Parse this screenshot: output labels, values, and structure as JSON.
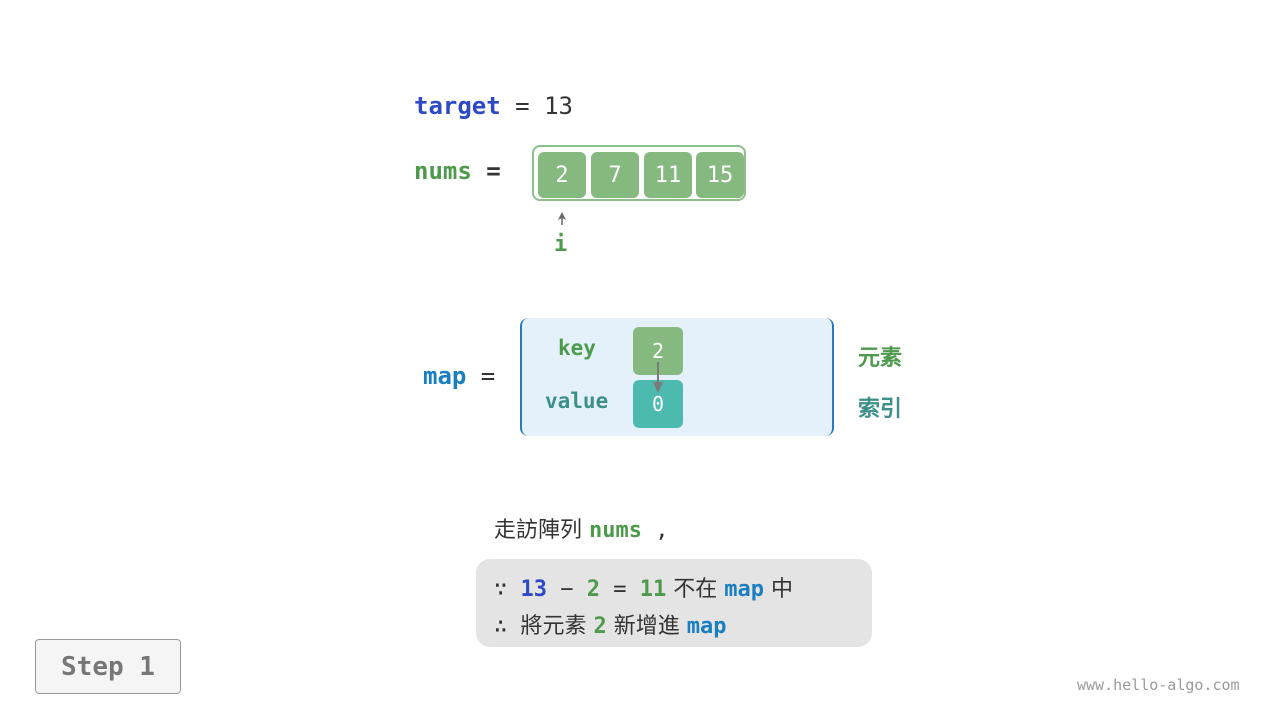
{
  "target_line": {
    "name": "target",
    "equals": " = ",
    "value": "13"
  },
  "nums_line": {
    "name": "nums",
    "equals": " ="
  },
  "nums": [
    "2",
    "7",
    "11",
    "15"
  ],
  "pointer": {
    "label": "i"
  },
  "map_line": {
    "name": "map",
    "equals": " ="
  },
  "map": {
    "key_label": "key",
    "value_label": "value",
    "key": "2",
    "value": "0",
    "key_caption": "元素",
    "value_caption": "索引"
  },
  "description": {
    "text": "走訪陣列 ",
    "var": "nums",
    "tail": " ,"
  },
  "note": {
    "line1": {
      "sym": "∵ ",
      "a": "13",
      "minus": " − ",
      "b": "2",
      "eq": " = ",
      "c": "11",
      "text": " 不在 ",
      "map": "map",
      "tail": " 中"
    },
    "line2": {
      "sym": "∴ ",
      "text": "將元素 ",
      "num": "2",
      "text2": " 新增進 ",
      "map": "map"
    }
  },
  "step": {
    "label": "Step 1"
  },
  "watermark": "www.hello-algo.com",
  "colors": {
    "target": "#2e49c6",
    "nums": "#4d9a4d",
    "map": "#1a7fc1",
    "cell": "#86b97f",
    "value_cell": "#4dbab0"
  }
}
